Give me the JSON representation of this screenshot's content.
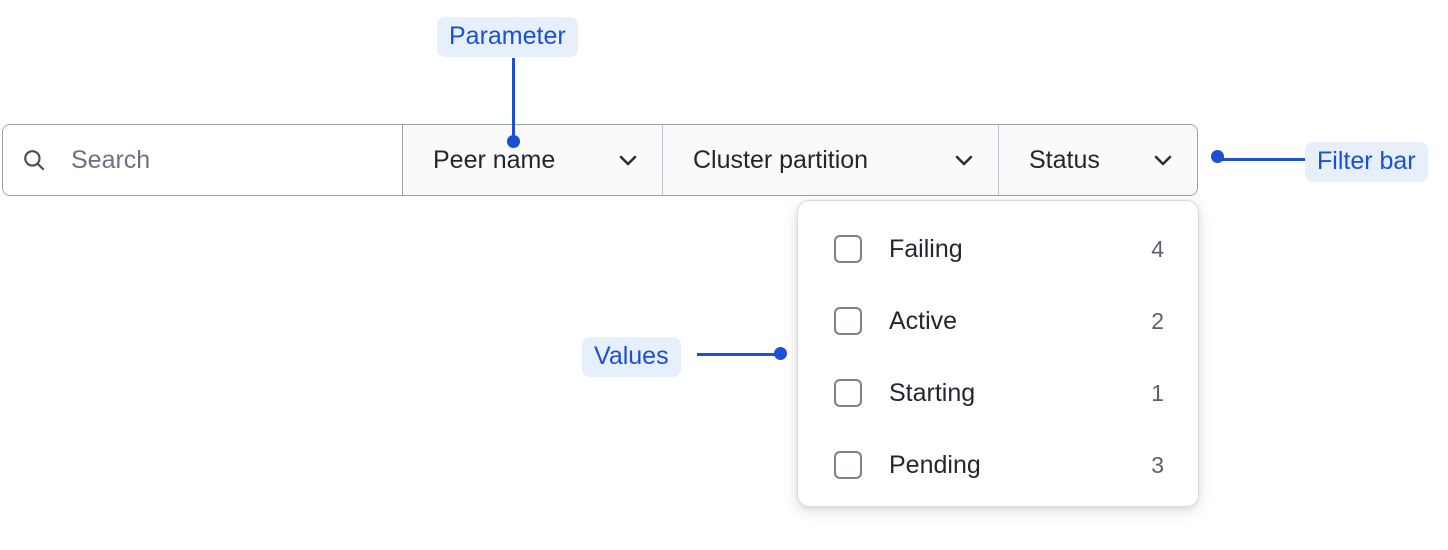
{
  "filter_bar": {
    "search": {
      "icon": "search-icon",
      "value": "",
      "placeholder": "Search"
    },
    "filters": [
      {
        "label": "Peer name",
        "icon": "chevron-down-icon"
      },
      {
        "label": "Cluster partition",
        "icon": "chevron-down-icon"
      },
      {
        "label": "Status",
        "icon": "chevron-down-icon"
      }
    ]
  },
  "dropdown": {
    "options": [
      {
        "label": "Failing",
        "count": "4",
        "checked": false
      },
      {
        "label": "Active",
        "count": "2",
        "checked": false
      },
      {
        "label": "Starting",
        "count": "1",
        "checked": false
      },
      {
        "label": "Pending",
        "count": "3",
        "checked": false
      }
    ]
  },
  "annotations": {
    "parameter": "Parameter",
    "filter_bar": "Filter bar",
    "values": "Values"
  },
  "colors": {
    "annotation_text": "#1a4fd6",
    "annotation_chip_bg": "#e7effd",
    "filter_cell_bg": "#fafafa",
    "search_bg": "#ffffff",
    "bar_border": "#9aa0ac",
    "divider": "#c3c6cd",
    "panel_border": "#dadce0",
    "checkbox_border": "#7b808b",
    "label_text": "#23262d",
    "count_text": "#5c616b",
    "placeholder_text": "#6c7280"
  }
}
